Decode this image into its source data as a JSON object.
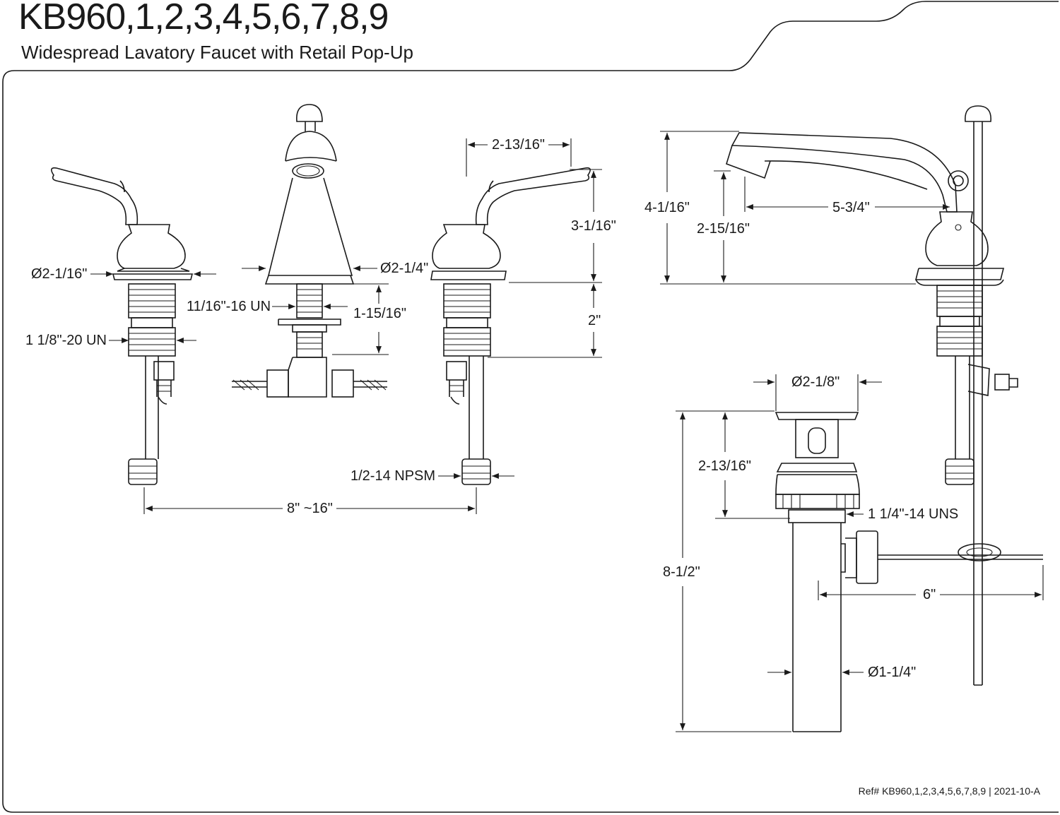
{
  "header": {
    "model_title": "KB960,1,2,3,4,5,6,7,8,9",
    "subtitle": "Widespread Lavatory Faucet with Retail Pop-Up"
  },
  "dimensions": {
    "handle_flange_dia": "Ø2-1/16\"",
    "handle_thread": "1 1/8\"-20 UN",
    "spout_thread": "11/16\"-16 UN",
    "spout_base_dia": "Ø2-1/4\"",
    "spout_shank_len": "1-15/16\"",
    "handle_reach": "2-13/16\"",
    "handle_height": "3-1/16\"",
    "handle_shank_len": "2\"",
    "supply_thread": "1/2-14 NPSM",
    "center_spread": "8\" ~16\"",
    "spout_height": "4-1/16\"",
    "spout_clearance": "2-15/16\"",
    "spout_reach": "5-3/4\"",
    "drain_flange_dia": "Ø2-1/8\"",
    "drain_body_height": "2-13/16\"",
    "drain_thread": "1 1/4\"-14 UNS",
    "drain_total_height": "8-1/2\"",
    "lift_rod_len": "6\"",
    "tailpiece_dia": "Ø1-1/4\""
  },
  "footer": {
    "ref": "Ref# KB960,1,2,3,4,5,6,7,8,9 | 2021-10-A"
  }
}
